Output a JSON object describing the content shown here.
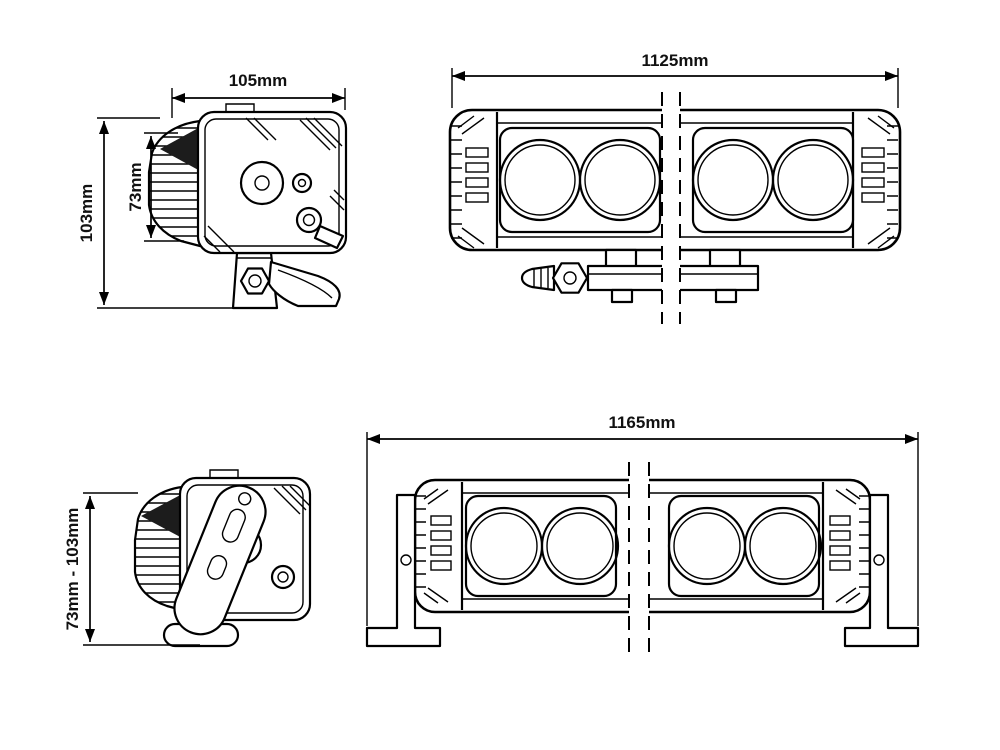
{
  "diagram": {
    "background_color": "#ffffff",
    "line_color": "#000000",
    "views": {
      "lamp_side_top": {
        "width": "105mm",
        "overall_height": "103mm",
        "body_height": "73mm"
      },
      "bar_front_top": {
        "overall_width": "1125mm"
      },
      "lamp_side_bottom": {
        "height_range": "73mm - 103mm"
      },
      "bar_front_bottom": {
        "overall_width": "1165mm"
      }
    }
  }
}
